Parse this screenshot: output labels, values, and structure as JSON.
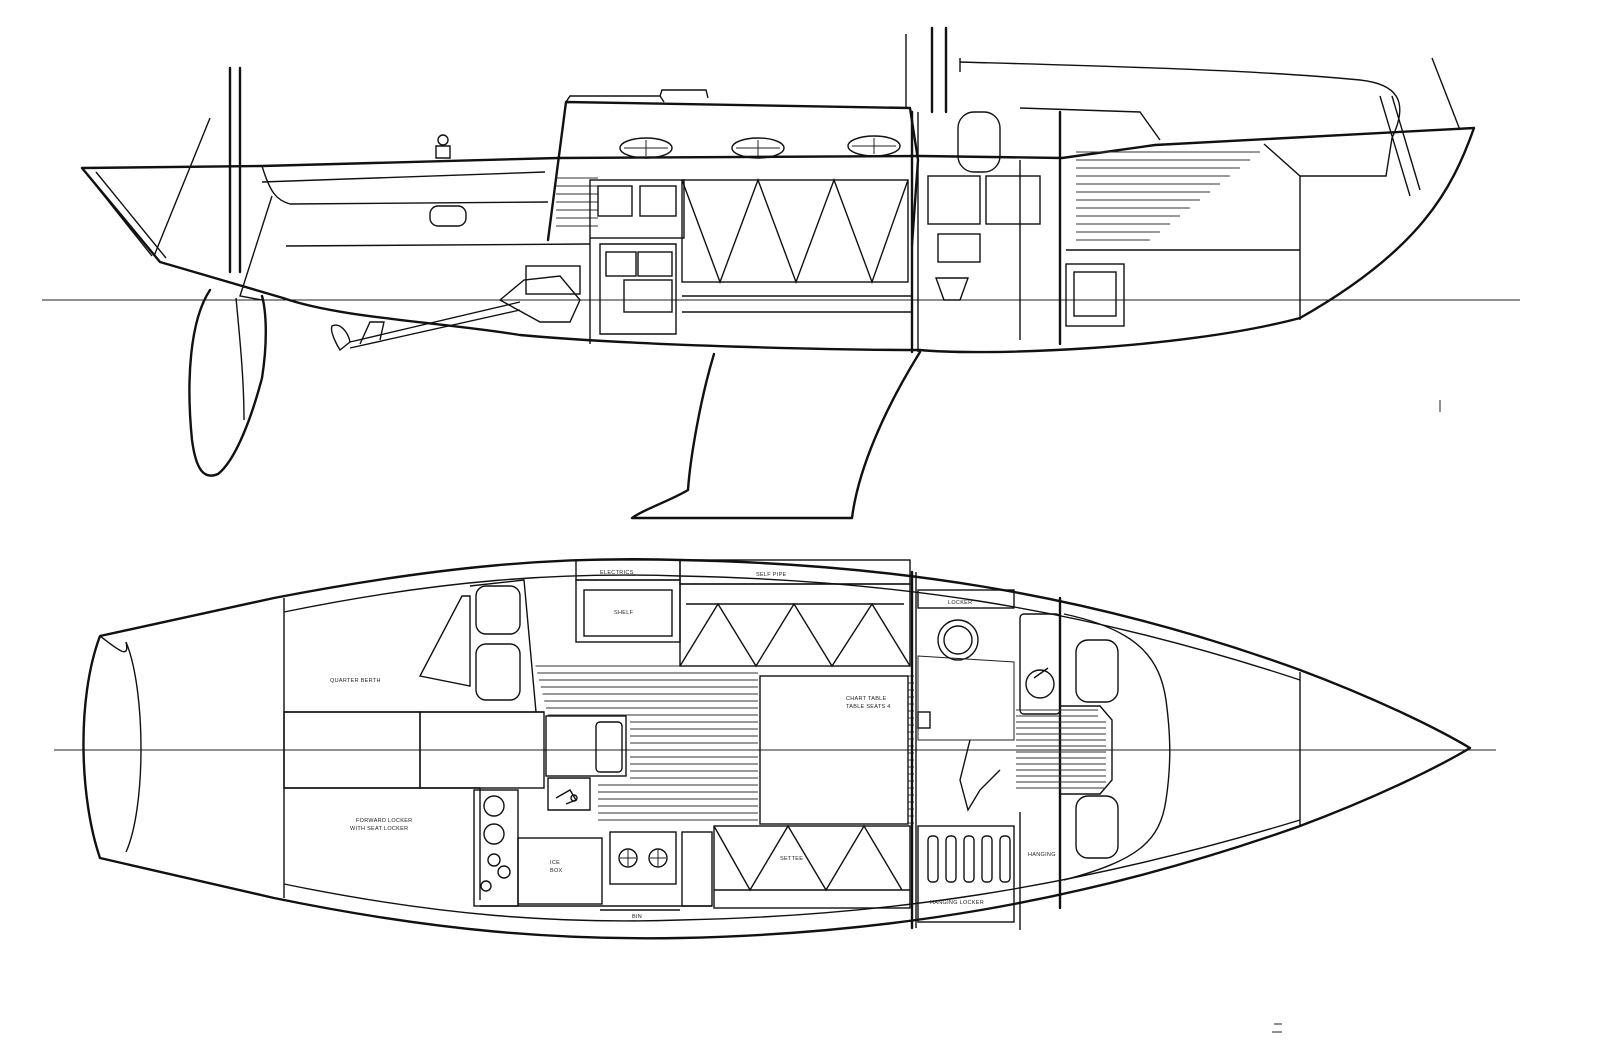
{
  "labels": {
    "electrics": "ELECTRICS",
    "self_pipe": "SELF PIPE",
    "locker": "LOCKER",
    "quarter_berth": "QUARTER BERTH",
    "chart_table": "CHART TABLE",
    "table_note": "TABLE SEATS 4",
    "forward_locker": "FORWARD LOCKER",
    "forward_locker_sub": "WITH SEAT LOCKER",
    "ice": "ICE",
    "box": "BOX",
    "settee": "SETTEE",
    "hanging": "HANGING",
    "bin": "BIN",
    "hanging_locker": "HANGING LOCKER",
    "shelf": "SHELF"
  }
}
